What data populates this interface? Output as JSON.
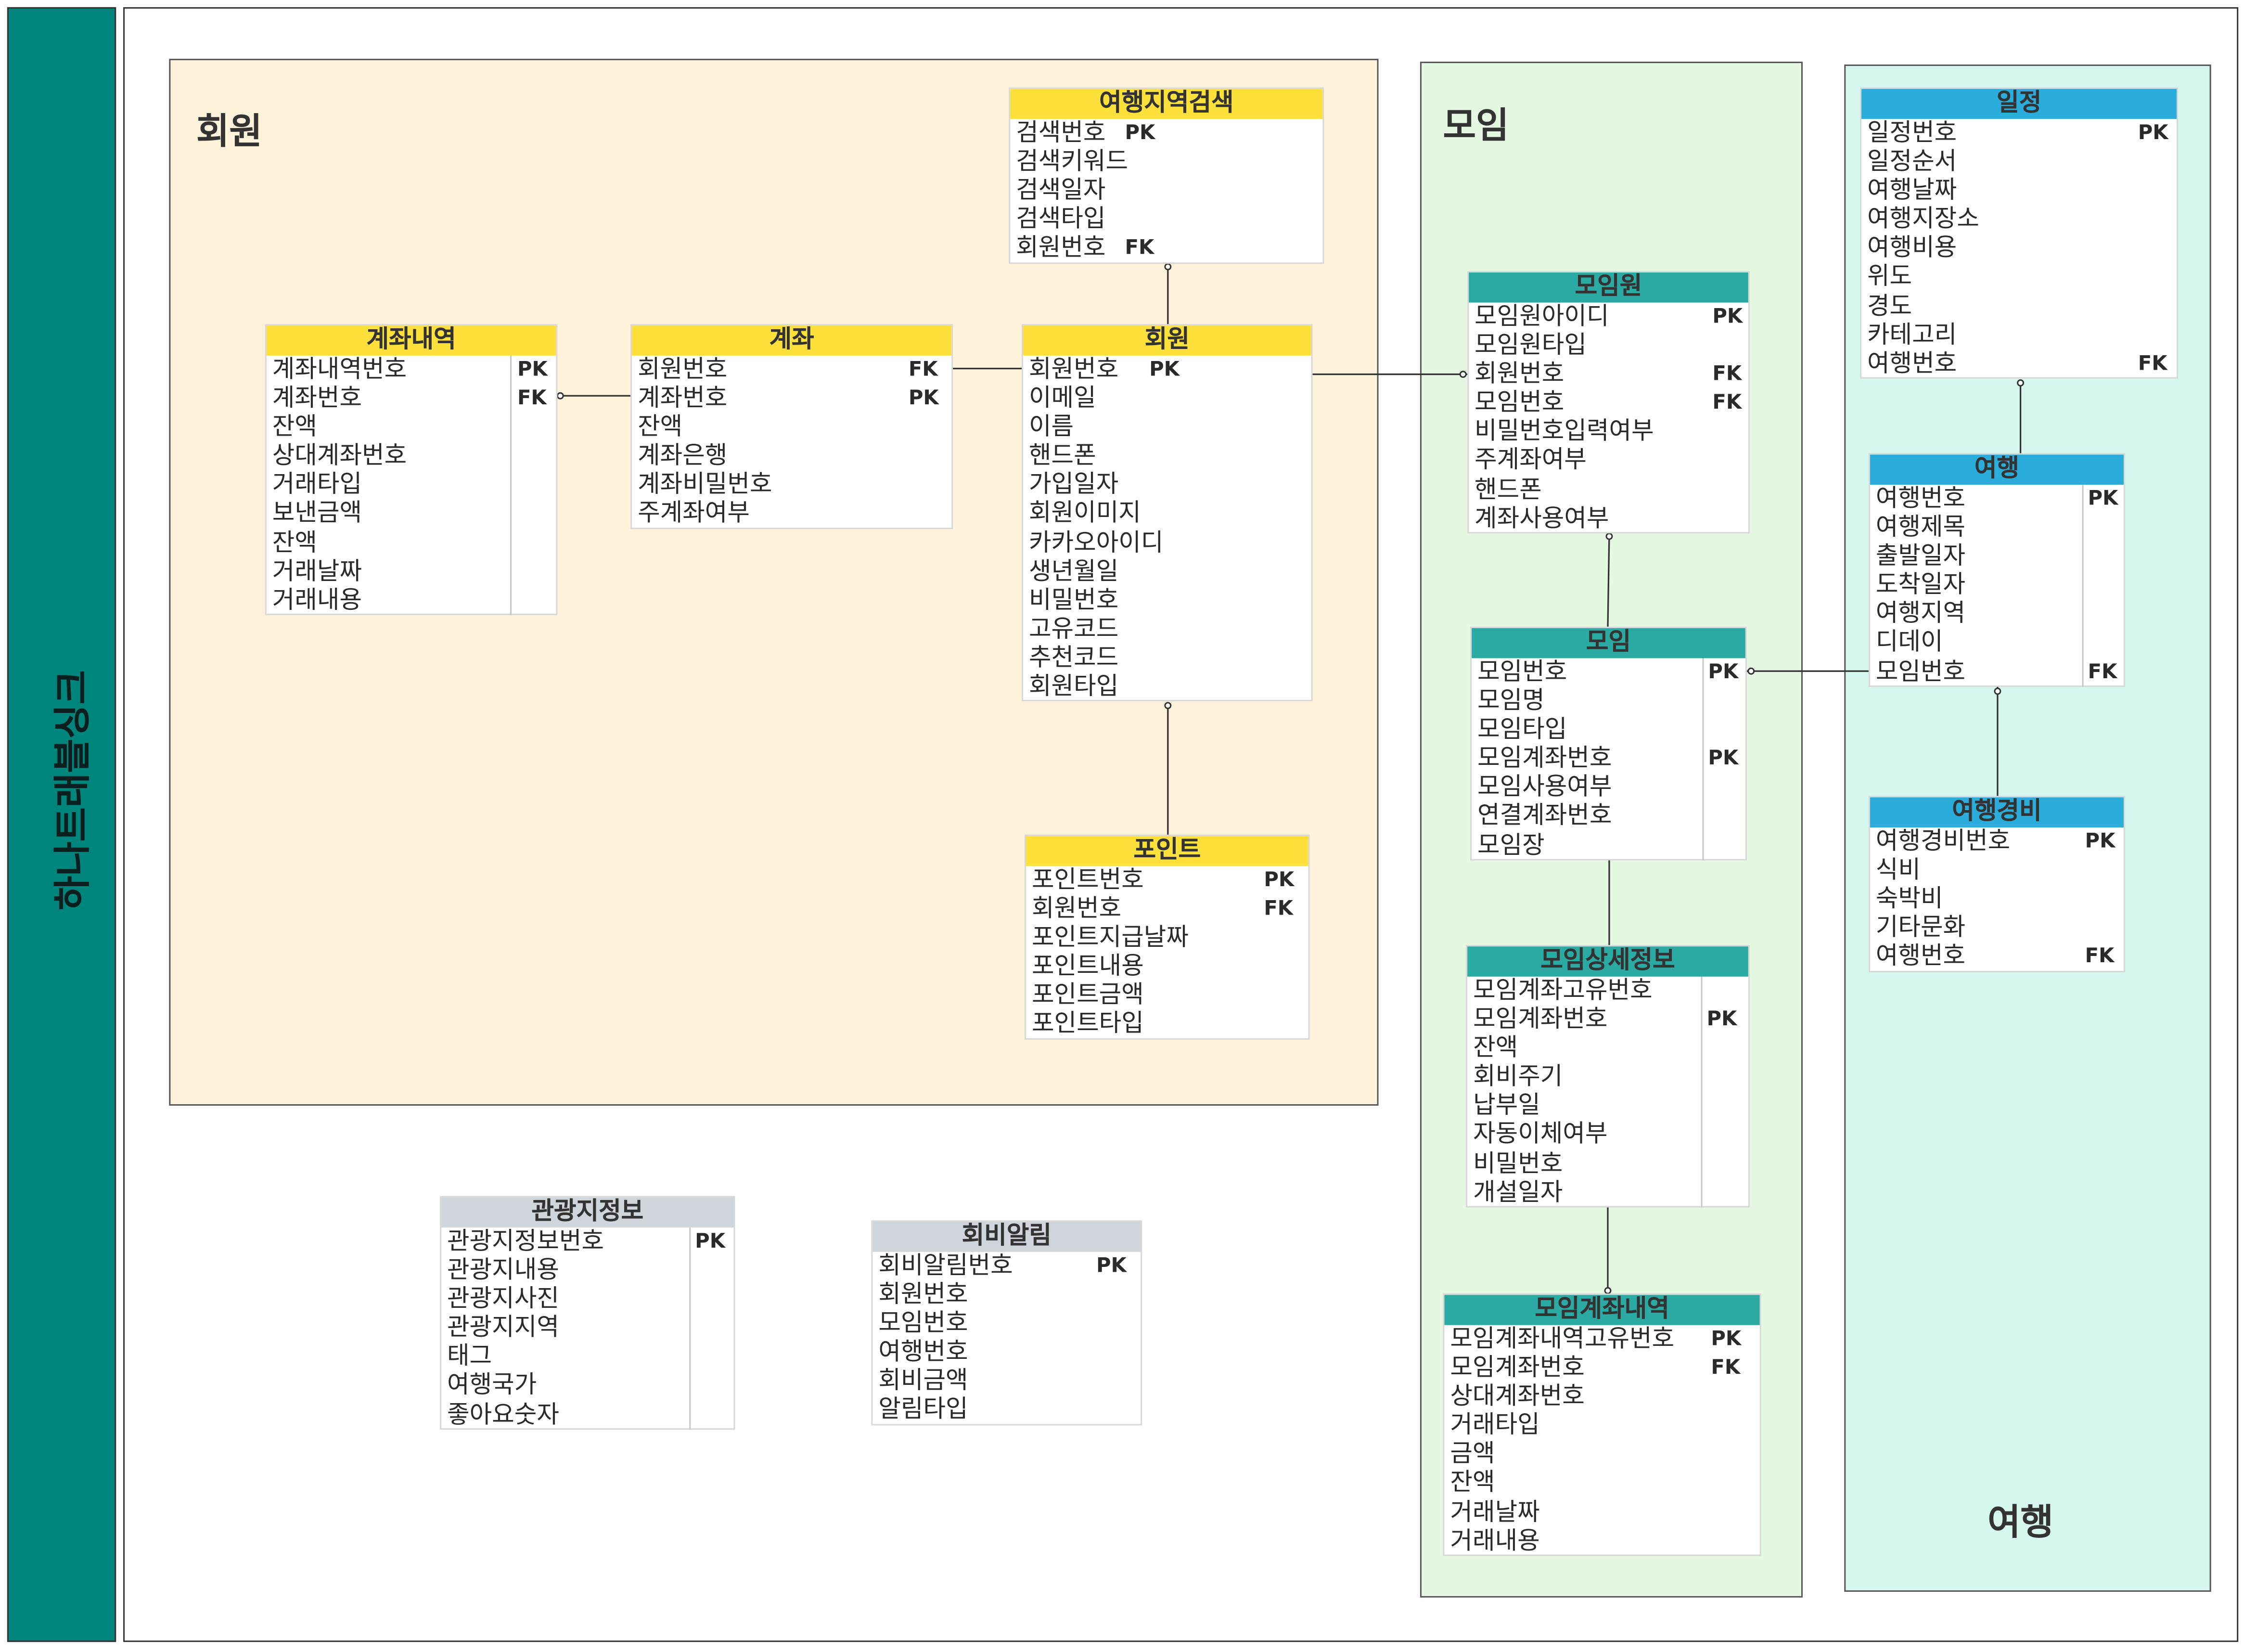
{
  "sidebar": {
    "title": "하나트래블싱크"
  },
  "groups": {
    "member": {
      "title": "회원"
    },
    "meeting": {
      "title": "모임"
    },
    "travel": {
      "title": "여행"
    }
  },
  "colors": {
    "sidebar": "#00857d",
    "member_group_bg": "#fff2da",
    "meeting_group_bg": "#e5f9e2",
    "travel_group_bg": "#d6f7ee",
    "yellow_header": "#fde03a",
    "teal_header": "#2aaaa2",
    "blue_header": "#2aaddb",
    "gray_header": "#cfd5da"
  },
  "entities": {
    "travel_region_search": {
      "title": "여행지역검색",
      "attrs": [
        {
          "name": "검색번호",
          "key": "PK"
        },
        {
          "name": "검색키워드",
          "key": ""
        },
        {
          "name": "검색일자",
          "key": ""
        },
        {
          "name": "검색타입",
          "key": ""
        },
        {
          "name": "회원번호",
          "key": "FK"
        }
      ]
    },
    "account_history": {
      "title": "계좌내역",
      "attrs": [
        {
          "name": "계좌내역번호",
          "key": "PK"
        },
        {
          "name": "계좌번호",
          "key": "FK"
        },
        {
          "name": "잔액",
          "key": ""
        },
        {
          "name": "상대계좌번호",
          "key": ""
        },
        {
          "name": "거래타입",
          "key": ""
        },
        {
          "name": "보낸금액",
          "key": ""
        },
        {
          "name": "잔액",
          "key": ""
        },
        {
          "name": "거래날짜",
          "key": ""
        },
        {
          "name": "거래내용",
          "key": ""
        }
      ]
    },
    "account": {
      "title": "계좌",
      "attrs": [
        {
          "name": "회원번호",
          "key": "FK"
        },
        {
          "name": "계좌번호",
          "key": "PK"
        },
        {
          "name": "잔액",
          "key": ""
        },
        {
          "name": "계좌은행",
          "key": ""
        },
        {
          "name": "계좌비밀번호",
          "key": ""
        },
        {
          "name": "주계좌여부",
          "key": ""
        }
      ]
    },
    "member": {
      "title": "회원",
      "attrs": [
        {
          "name": "회원번호",
          "key": "PK"
        },
        {
          "name": "이메일",
          "key": ""
        },
        {
          "name": "이름",
          "key": ""
        },
        {
          "name": "핸드폰",
          "key": ""
        },
        {
          "name": "가입일자",
          "key": ""
        },
        {
          "name": "회원이미지",
          "key": ""
        },
        {
          "name": "카카오아이디",
          "key": ""
        },
        {
          "name": "생년월일",
          "key": ""
        },
        {
          "name": "비밀번호",
          "key": ""
        },
        {
          "name": "고유코드",
          "key": ""
        },
        {
          "name": "추천코드",
          "key": ""
        },
        {
          "name": "회원타입",
          "key": ""
        }
      ]
    },
    "point": {
      "title": "포인트",
      "attrs": [
        {
          "name": "포인트번호",
          "key": "PK"
        },
        {
          "name": "회원번호",
          "key": "FK"
        },
        {
          "name": "포인트지급날짜",
          "key": ""
        },
        {
          "name": "포인트내용",
          "key": ""
        },
        {
          "name": "포인트금액",
          "key": ""
        },
        {
          "name": "포인트타입",
          "key": ""
        }
      ]
    },
    "meeting_member": {
      "title": "모임원",
      "attrs": [
        {
          "name": "모임원아이디",
          "key": "PK"
        },
        {
          "name": "모임원타입",
          "key": ""
        },
        {
          "name": "회원번호",
          "key": "FK"
        },
        {
          "name": "모임번호",
          "key": "FK"
        },
        {
          "name": "비밀번호입력여부",
          "key": ""
        },
        {
          "name": "주계좌여부",
          "key": ""
        },
        {
          "name": "핸드폰",
          "key": ""
        },
        {
          "name": "계좌사용여부",
          "key": ""
        }
      ]
    },
    "meeting": {
      "title": "모임",
      "attrs": [
        {
          "name": "모임번호",
          "key": "PK"
        },
        {
          "name": "모임명",
          "key": ""
        },
        {
          "name": "모임타입",
          "key": ""
        },
        {
          "name": "모임계좌번호",
          "key": "PK"
        },
        {
          "name": "모임사용여부",
          "key": ""
        },
        {
          "name": "연결계좌번호",
          "key": ""
        },
        {
          "name": "모임장",
          "key": ""
        }
      ]
    },
    "meeting_detail": {
      "title": "모임상세정보",
      "attrs": [
        {
          "name": "모임계좌고유번호",
          "key": ""
        },
        {
          "name": "모임계좌번호",
          "key": "PK"
        },
        {
          "name": "잔액",
          "key": ""
        },
        {
          "name": "회비주기",
          "key": ""
        },
        {
          "name": "납부일",
          "key": ""
        },
        {
          "name": "자동이체여부",
          "key": ""
        },
        {
          "name": "비밀번호",
          "key": ""
        },
        {
          "name": "개설일자",
          "key": ""
        }
      ]
    },
    "meeting_account_history": {
      "title": "모임계좌내역",
      "attrs": [
        {
          "name": "모임계좌내역고유번호",
          "key": "PK"
        },
        {
          "name": "모임계좌번호",
          "key": "FK"
        },
        {
          "name": "상대계좌번호",
          "key": ""
        },
        {
          "name": "거래타입",
          "key": ""
        },
        {
          "name": "금액",
          "key": ""
        },
        {
          "name": "잔액",
          "key": ""
        },
        {
          "name": "거래날짜",
          "key": ""
        },
        {
          "name": "거래내용",
          "key": ""
        }
      ]
    },
    "schedule": {
      "title": "일정",
      "attrs": [
        {
          "name": "일정번호",
          "key": "PK"
        },
        {
          "name": "일정순서",
          "key": ""
        },
        {
          "name": "여행날짜",
          "key": ""
        },
        {
          "name": "여행지장소",
          "key": ""
        },
        {
          "name": "여행비용",
          "key": ""
        },
        {
          "name": "위도",
          "key": ""
        },
        {
          "name": "경도",
          "key": ""
        },
        {
          "name": "카테고리",
          "key": ""
        },
        {
          "name": "여행번호",
          "key": "FK"
        }
      ]
    },
    "trip": {
      "title": "여행",
      "attrs": [
        {
          "name": "여행번호",
          "key": "PK"
        },
        {
          "name": "여행제목",
          "key": ""
        },
        {
          "name": "출발일자",
          "key": ""
        },
        {
          "name": "도착일자",
          "key": ""
        },
        {
          "name": "여행지역",
          "key": ""
        },
        {
          "name": "디데이",
          "key": ""
        },
        {
          "name": "모임번호",
          "key": "FK"
        }
      ]
    },
    "trip_expense": {
      "title": "여행경비",
      "attrs": [
        {
          "name": "여행경비번호",
          "key": "PK"
        },
        {
          "name": "식비",
          "key": ""
        },
        {
          "name": "숙박비",
          "key": ""
        },
        {
          "name": "기타문화",
          "key": ""
        },
        {
          "name": "여행번호",
          "key": "FK"
        }
      ]
    },
    "tourist_info": {
      "title": "관광지정보",
      "attrs": [
        {
          "name": "관광지정보번호",
          "key": "PK"
        },
        {
          "name": "관광지내용",
          "key": ""
        },
        {
          "name": "관광지사진",
          "key": ""
        },
        {
          "name": "관광지지역",
          "key": ""
        },
        {
          "name": "태그",
          "key": ""
        },
        {
          "name": "여행국가",
          "key": ""
        },
        {
          "name": "좋아요숫자",
          "key": ""
        }
      ]
    },
    "fee_notice": {
      "title": "회비알림",
      "attrs": [
        {
          "name": "회비알림번호",
          "key": "PK"
        },
        {
          "name": "회원번호",
          "key": ""
        },
        {
          "name": "모임번호",
          "key": ""
        },
        {
          "name": "여행번호",
          "key": ""
        },
        {
          "name": "회비금액",
          "key": ""
        },
        {
          "name": "알림타입",
          "key": ""
        }
      ]
    }
  }
}
